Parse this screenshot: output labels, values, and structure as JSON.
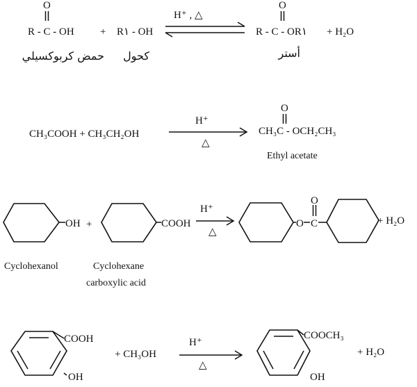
{
  "reaction1": {
    "acid": "R - C - OH",
    "plus1": "+",
    "alcohol": "R١ - OH",
    "condition": "H⁺  ,  △",
    "ester": "R - C - OR١",
    "plus_water": "+ H₂O",
    "carbonyl_o": "O",
    "acid_label_ar": "حمض كربوكسيلي",
    "alcohol_label_ar": "كحول",
    "ester_label_ar": "أستر"
  },
  "reaction2": {
    "reactants": "CH₃COOH + CH₃CH₂OH",
    "catalyst": "H⁺",
    "heat": "△",
    "product": "CH₃C - OCH₂CH₃",
    "carbonyl_o": "O",
    "product_name": "Ethyl acetate"
  },
  "reaction3": {
    "oh": "OH",
    "plus": "+",
    "cooh": "COOH",
    "catalyst": "H⁺",
    "heat": "△",
    "ester_o": "O",
    "carbonyl_c": "C",
    "carbonyl_o": "O",
    "plus_water": "+ H₂O",
    "name1": "Cyclohexanol",
    "name2_line1": "Cyclohexane",
    "name2_line2": "carboxylic acid"
  },
  "reaction4": {
    "cooh": "COOH",
    "oh": "OH",
    "plus_methanol": "+ CH₃OH",
    "catalyst": "H⁺",
    "heat": "△",
    "cooch3": "COOCH₃",
    "oh2": "OH",
    "plus_water": "+ H₂O"
  }
}
